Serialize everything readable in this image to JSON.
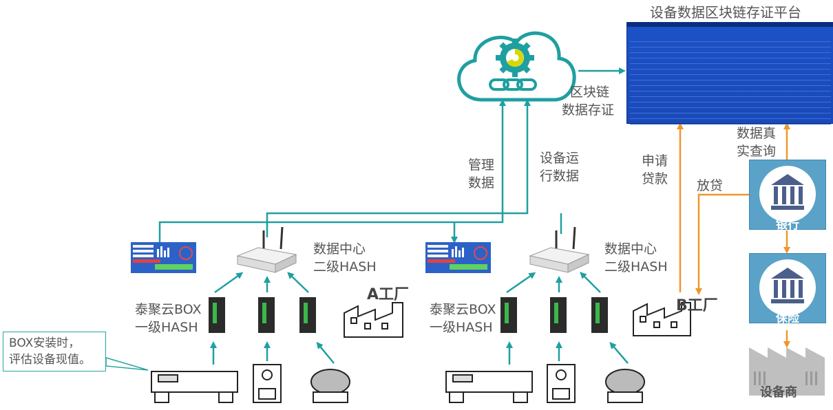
{
  "platform": {
    "title": "设备数据区块链存证平台"
  },
  "cloud": {
    "label_line1": "区块链",
    "label_line2": "数据存证"
  },
  "flows": {
    "mgmt_line1": "管理",
    "mgmt_line2": "数据",
    "ops_line1": "设备运",
    "ops_line2": "行数据",
    "apply_line1": "申请",
    "apply_line2": "贷款",
    "lend": "放贷",
    "query_line1": "数据真",
    "query_line2": "实查询"
  },
  "datacenter": {
    "line1": "数据中心",
    "line2": "二级HASH"
  },
  "box": {
    "line1": "泰聚云BOX",
    "line2": "一级HASH"
  },
  "factories": {
    "a": "A工厂",
    "b": "B工厂"
  },
  "callout": {
    "line1": "BOX安装时，",
    "line2": "评估设备现值。"
  },
  "parties": {
    "bank": "银行",
    "insurance": "保险",
    "supplier": "设备商"
  },
  "colors": {
    "teal": "#1f9fa0",
    "orange": "#f0962c",
    "platform_blue": "#1c52c8",
    "card_blue": "#5aa2c8"
  },
  "icons": [
    "cloud-icon",
    "gear-icon",
    "chain-icon",
    "router-icon",
    "dashboard-icon",
    "iot-box-icon",
    "factory-icon",
    "lathe-icon",
    "grinder-icon",
    "bank-icon",
    "insurance-icon",
    "supplier-building-icon"
  ]
}
